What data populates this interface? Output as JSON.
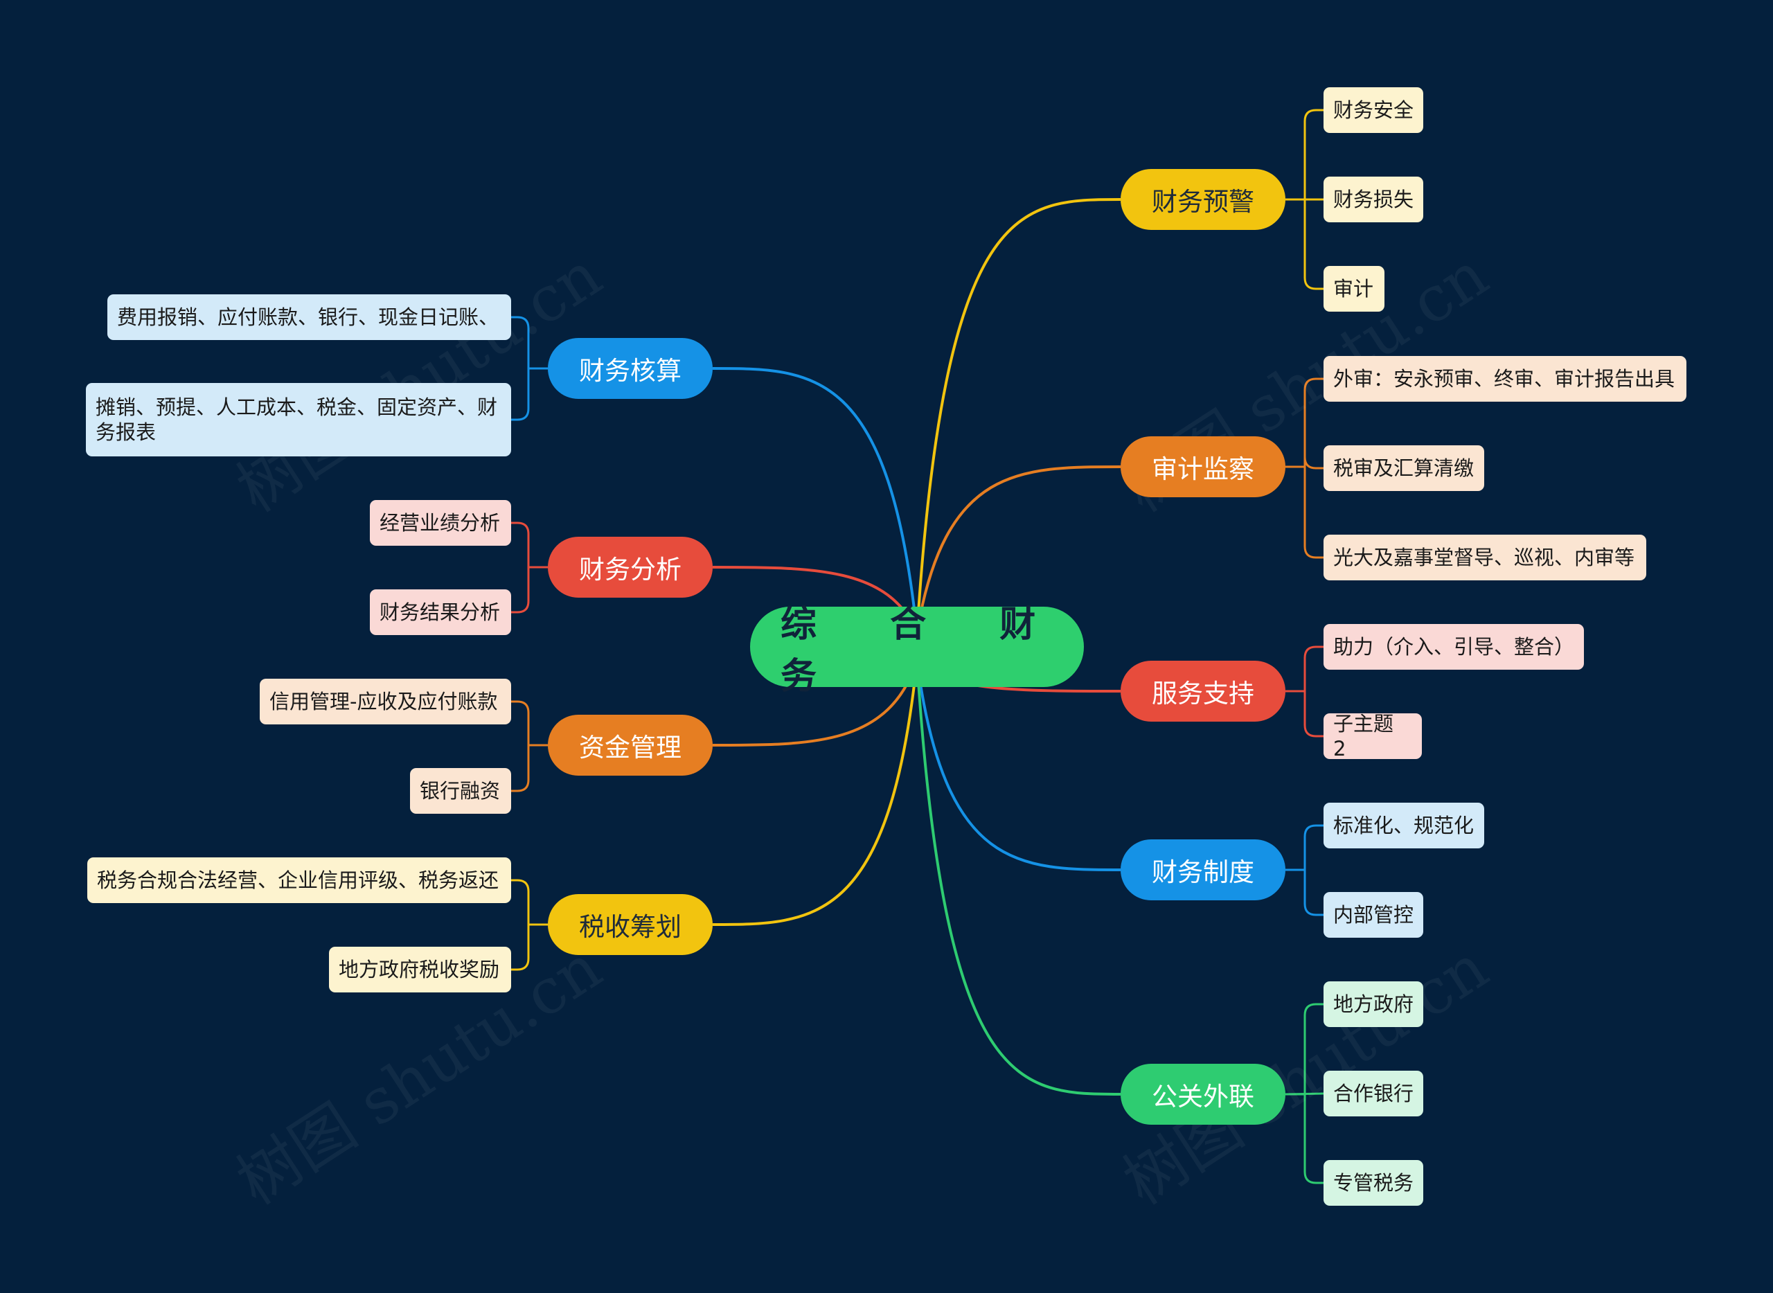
{
  "center": {
    "label": "综 合 财 务",
    "color": "#2ecf6e"
  },
  "branches": [
    {
      "id": "yujing",
      "label": "财务预警",
      "color": "#f2c40f",
      "leafColor": "#fdf3cf",
      "leaves": [
        "财务安全",
        "财务损失",
        "审计"
      ]
    },
    {
      "id": "shenji",
      "label": "审计监察",
      "color": "#e67e22",
      "leafColor": "#fbe5d2",
      "leaves": [
        "外审：安永预审、终审、审计报告出具",
        "税审及汇算清缴",
        "光大及嘉事堂督导、巡视、内审等"
      ]
    },
    {
      "id": "fuwu",
      "label": "服务支持",
      "color": "#e74c3c",
      "leafColor": "#fad9d6",
      "leaves": [
        "助力（介入、引导、整合）",
        "子主题 2"
      ]
    },
    {
      "id": "zhidu",
      "label": "财务制度",
      "color": "#1592e6",
      "leafColor": "#d3eaf9",
      "leaves": [
        "标准化、规范化",
        "内部管控"
      ]
    },
    {
      "id": "gongguan",
      "label": "公关外联",
      "color": "#2ecc71",
      "leafColor": "#d5f5e3",
      "leaves": [
        "地方政府",
        "合作银行",
        "专管税务"
      ]
    },
    {
      "id": "hesuan",
      "label": "财务核算",
      "color": "#1592e6",
      "leafColor": "#d3eaf9",
      "leaves": [
        "费用报销、应付账款、银行、现金日记账、",
        "摊销、预提、人工成本、税金、固定资产、财务报表"
      ]
    },
    {
      "id": "fenxi",
      "label": "财务分析",
      "color": "#e74c3c",
      "leafColor": "#fad9d6",
      "leaves": [
        "经营业绩分析",
        "财务结果分析"
      ]
    },
    {
      "id": "zijin",
      "label": "资金管理",
      "color": "#e67e22",
      "leafColor": "#fbe5d2",
      "leaves": [
        "信用管理-应收及应付账款",
        "银行融资"
      ]
    },
    {
      "id": "shuishou",
      "label": "税收筹划",
      "color": "#f2c40f",
      "leafColor": "#fdf3cf",
      "leaves": [
        "税务合规合法经营、企业信用评级、税务返还",
        "地方政府税收奖励"
      ]
    }
  ],
  "watermark": "树图 shutu.cn",
  "background": "#04203d"
}
